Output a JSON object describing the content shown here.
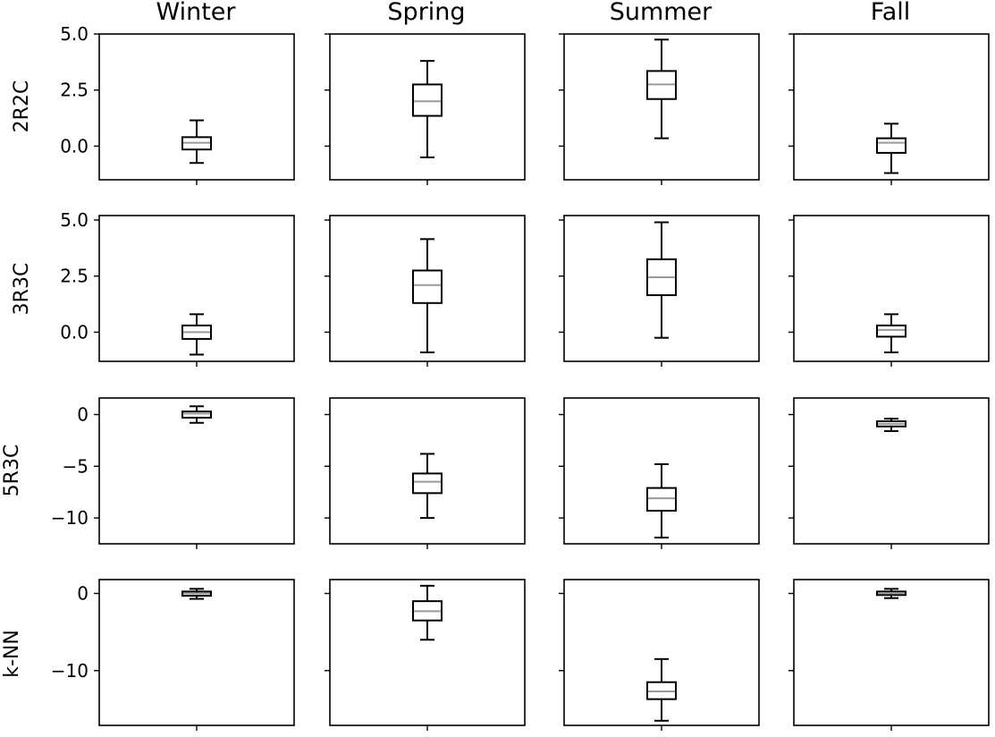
{
  "chart_data": {
    "type": "boxplot",
    "columns": [
      "Winter",
      "Spring",
      "Summer",
      "Fall"
    ],
    "rows": [
      {
        "label": "2R2C",
        "ylim": [
          -1.5,
          5.0
        ],
        "yticks": [
          0.0,
          2.5,
          5.0
        ],
        "ytick_labels": [
          "0.0",
          "2.5",
          "5.0"
        ],
        "boxes": [
          {
            "whislo": -0.75,
            "q1": -0.15,
            "med": 0.15,
            "q3": 0.4,
            "whishi": 1.15
          },
          {
            "whislo": -0.5,
            "q1": 1.35,
            "med": 2.0,
            "q3": 2.75,
            "whishi": 3.8
          },
          {
            "whislo": 0.35,
            "q1": 2.1,
            "med": 2.75,
            "q3": 3.35,
            "whishi": 4.75
          },
          {
            "whislo": -1.2,
            "q1": -0.3,
            "med": 0.15,
            "q3": 0.35,
            "whishi": 1.0
          }
        ]
      },
      {
        "label": "3R3C",
        "ylim": [
          -1.3,
          5.2
        ],
        "yticks": [
          0.0,
          2.5,
          5.0
        ],
        "ytick_labels": [
          "0.0",
          "2.5",
          "5.0"
        ],
        "boxes": [
          {
            "whislo": -1.0,
            "q1": -0.3,
            "med": 0.0,
            "q3": 0.3,
            "whishi": 0.8
          },
          {
            "whislo": -0.9,
            "q1": 1.3,
            "med": 2.1,
            "q3": 2.75,
            "whishi": 4.15
          },
          {
            "whislo": -0.25,
            "q1": 1.65,
            "med": 2.45,
            "q3": 3.25,
            "whishi": 4.9
          },
          {
            "whislo": -0.9,
            "q1": -0.2,
            "med": 0.1,
            "q3": 0.3,
            "whishi": 0.8
          }
        ]
      },
      {
        "label": "5R3C",
        "ylim": [
          -12.5,
          1.6
        ],
        "yticks": [
          0,
          -5,
          -10
        ],
        "ytick_labels": [
          "0",
          "−5",
          "−10"
        ],
        "boxes": [
          {
            "whislo": -0.8,
            "q1": -0.3,
            "med": 0.1,
            "q3": 0.3,
            "whishi": 0.8
          },
          {
            "whislo": -10.0,
            "q1": -7.6,
            "med": -6.5,
            "q3": -5.7,
            "whishi": -3.8
          },
          {
            "whislo": -11.9,
            "q1": -9.3,
            "med": -8.1,
            "q3": -7.1,
            "whishi": -4.8
          },
          {
            "whislo": -1.6,
            "q1": -1.15,
            "med": -0.9,
            "q3": -0.65,
            "whishi": -0.4
          }
        ]
      },
      {
        "label": "k-NN",
        "ylim": [
          -17.1,
          1.8
        ],
        "yticks": [
          0,
          -10
        ],
        "ytick_labels": [
          "0",
          "−10"
        ],
        "boxes": [
          {
            "whislo": -0.7,
            "q1": -0.3,
            "med": 0.0,
            "q3": 0.25,
            "whishi": 0.6
          },
          {
            "whislo": -6.0,
            "q1": -3.5,
            "med": -2.3,
            "q3": -1.0,
            "whishi": 1.0
          },
          {
            "whislo": -16.5,
            "q1": -13.7,
            "med": -12.7,
            "q3": -11.5,
            "whishi": -8.5
          },
          {
            "whislo": -0.6,
            "q1": -0.2,
            "med": 0.05,
            "q3": 0.25,
            "whishi": 0.6
          }
        ]
      }
    ]
  }
}
